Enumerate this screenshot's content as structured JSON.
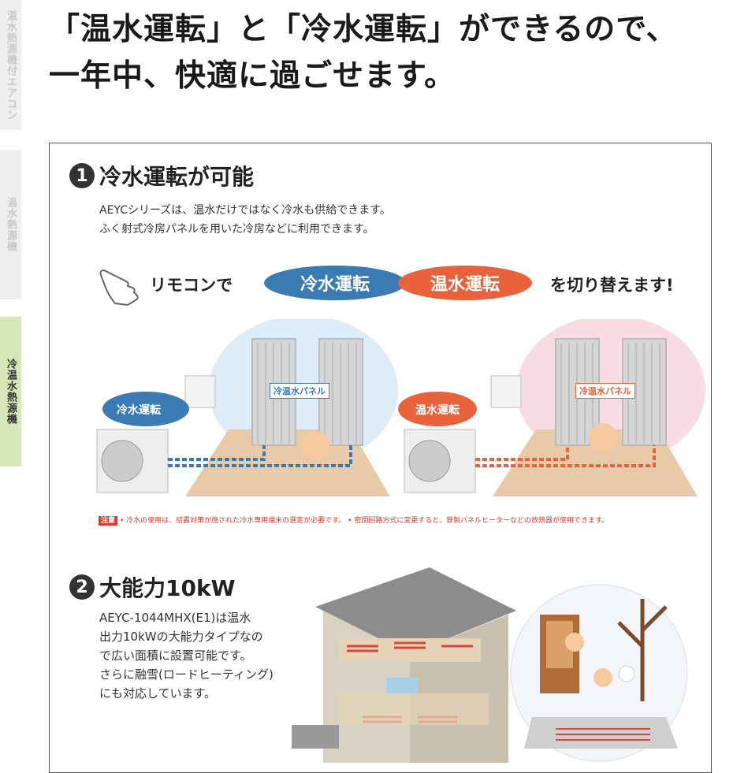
{
  "side_tabs": [
    "温水熱源機付エアコン",
    "温水熱源機",
    "冷温水熱源機"
  ],
  "headline": {
    "line1": "「温水運転」と「冷水運転」ができるので、",
    "line2": "一年中、快適に過ごせます。"
  },
  "section1": {
    "number": "1",
    "title": "冷水運転が可能",
    "text_line1": "AEYCシリーズは、温水だけではなく冷水も供給できます。",
    "text_line2": "ふく射式冷房パネルを用いた冷房などに利用できます。"
  },
  "remote_row": {
    "left": "リモコンで",
    "cold": "冷水運転",
    "hot": "温水運転",
    "right": "を切り替えます!"
  },
  "illustrations": {
    "cold_bubble": "冷水運転",
    "hot_bubble": "温水運転",
    "panel_label": "冷温水パネル"
  },
  "caution": {
    "tag": "注意",
    "text": "• 冷水の使用は、結露対策が施された冷水専用端末の選定が必要です。 • 密閉回路方式に変更すると、鉄製パネルヒーターなどの放熱器が使用できます。"
  },
  "section2": {
    "number": "2",
    "title": "大能力10kW",
    "lines": [
      "AEYC-1044MHX(E1)は温水",
      "出力10kWの大能力タイプなの",
      "で広い面積に設置可能です。",
      "さらに融雪(ロードヒーティング)",
      "にも対応しています。"
    ]
  },
  "colors": {
    "cold": "#3b7bb3",
    "hot": "#e8623c",
    "accent_green": "#d7e6b6",
    "caution_red": "#e13a2a"
  }
}
